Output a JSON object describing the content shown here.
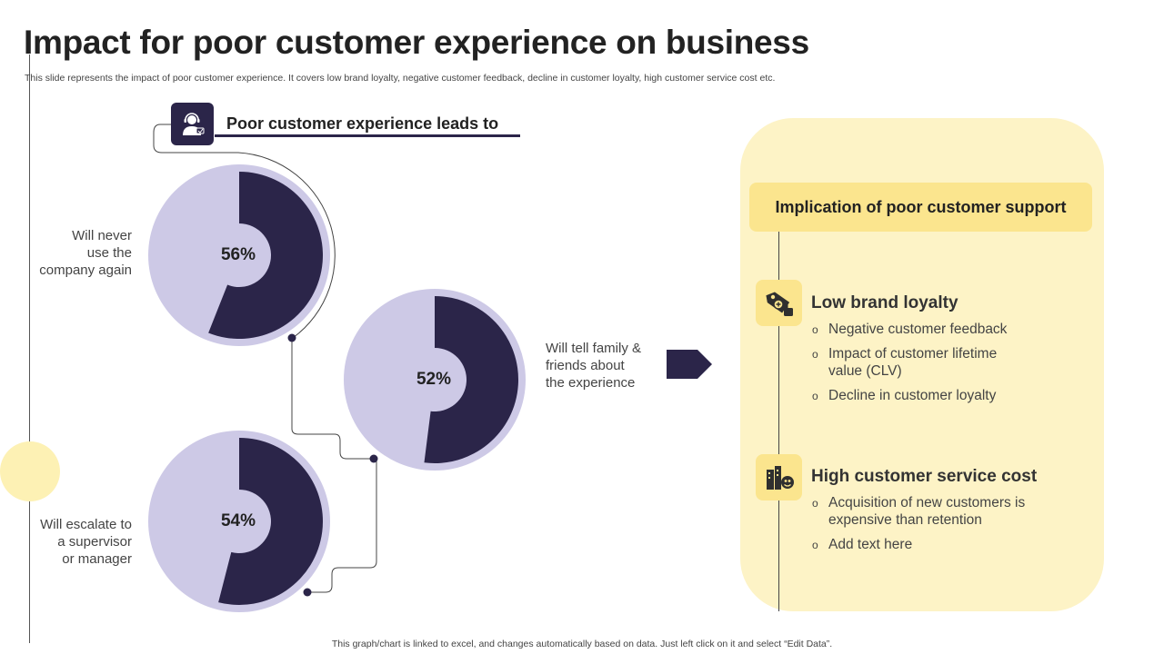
{
  "title": "Impact for poor customer experience on business",
  "subtitle": "This slide represents the impact of poor customer experience. It covers low brand loyalty,  negative customer feedback, decline in customer loyalty, high customer service cost etc.",
  "footer": "This graph/chart is linked to excel,  and changes automatically based on data. Just left click on it and select “Edit Data”.",
  "section_header": "Poor customer experience leads to",
  "header_icon": "customer-support-agent-icon",
  "arrow_icon": "chevron-arrow-right-icon",
  "colors": {
    "dark": "#2b2549",
    "light": "#cdc9e6",
    "panel": "#fdf3c6",
    "accent_yellow": "#fbe58e"
  },
  "chart_data": {
    "type": "pie",
    "slices": [
      {
        "label": "Will never use the company again",
        "label_lines": [
          "Will never",
          "use the",
          "company again"
        ],
        "value": 56,
        "display": "56%"
      },
      {
        "label": "Will tell family & friends about the experience",
        "label_lines": [
          "Will tell family &",
          "friends about",
          "the experience"
        ],
        "value": 52,
        "display": "52%"
      },
      {
        "label": "Will escalate to a supervisor or manager",
        "label_lines": [
          "Will escalate to",
          "a supervisor",
          "or manager"
        ],
        "value": 54,
        "display": "54%"
      }
    ]
  },
  "support_panel": {
    "header": "Implication of poor customer support",
    "items": [
      {
        "title": "Low brand loyalty",
        "icon": "price-tag-like-icon",
        "bullets": [
          "Negative customer feedback",
          "Impact of customer lifetime value (CLV)",
          "Decline in customer loyalty"
        ]
      },
      {
        "title": "High customer service cost",
        "icon": "buildings-customers-icon",
        "bullets": [
          "Acquisition of new customers is expensive than retention",
          "Add text here"
        ]
      }
    ]
  }
}
